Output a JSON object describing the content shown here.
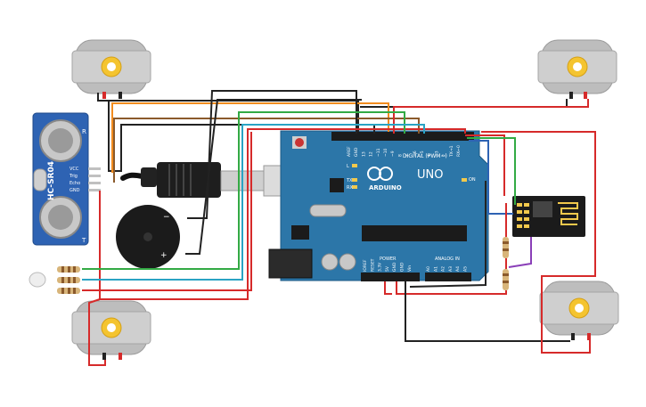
{
  "components": {
    "motor_icon": "dc-motor-icon",
    "sensor": {
      "label": "HC-SR04",
      "pins": [
        "VCC",
        "Trig",
        "Echo",
        "GND"
      ],
      "side_t": "T",
      "side_r": "R"
    },
    "arduino": {
      "logo": "ARDUINO",
      "model": "UNO",
      "digital_label": "DIGITAL (PWM~)",
      "power_label": "POWER",
      "analog_label": "ANALOG IN",
      "on_label": "ON",
      "l_label": "L",
      "tx_label": "TX",
      "rx_label": "RX",
      "digital_pins": [
        "AREF",
        "GND",
        "13",
        "12",
        "~11",
        "~10",
        "~9",
        "8",
        "7",
        "~6",
        "~5",
        "4",
        "~3",
        "2",
        "TX→1",
        "RX←0"
      ],
      "power_pins": [
        "IOREF",
        "RESET",
        "3.3V",
        "5V",
        "GND",
        "GND",
        "Vin"
      ],
      "analog_pins": [
        "A0",
        "A1",
        "A2",
        "A3",
        "A4",
        "A5"
      ]
    },
    "buzzer": {
      "minus": "−",
      "plus": "+"
    }
  },
  "colors": {
    "red": "#d62a2a",
    "black": "#222222",
    "orange": "#f28c1e",
    "brown": "#8b5a2b",
    "green": "#33aa44",
    "teal": "#2aa3c4",
    "purple": "#8a3fb8",
    "board": "#2c76a8",
    "sensor_board": "#2e63b3",
    "esp": "#1b1b1b"
  }
}
